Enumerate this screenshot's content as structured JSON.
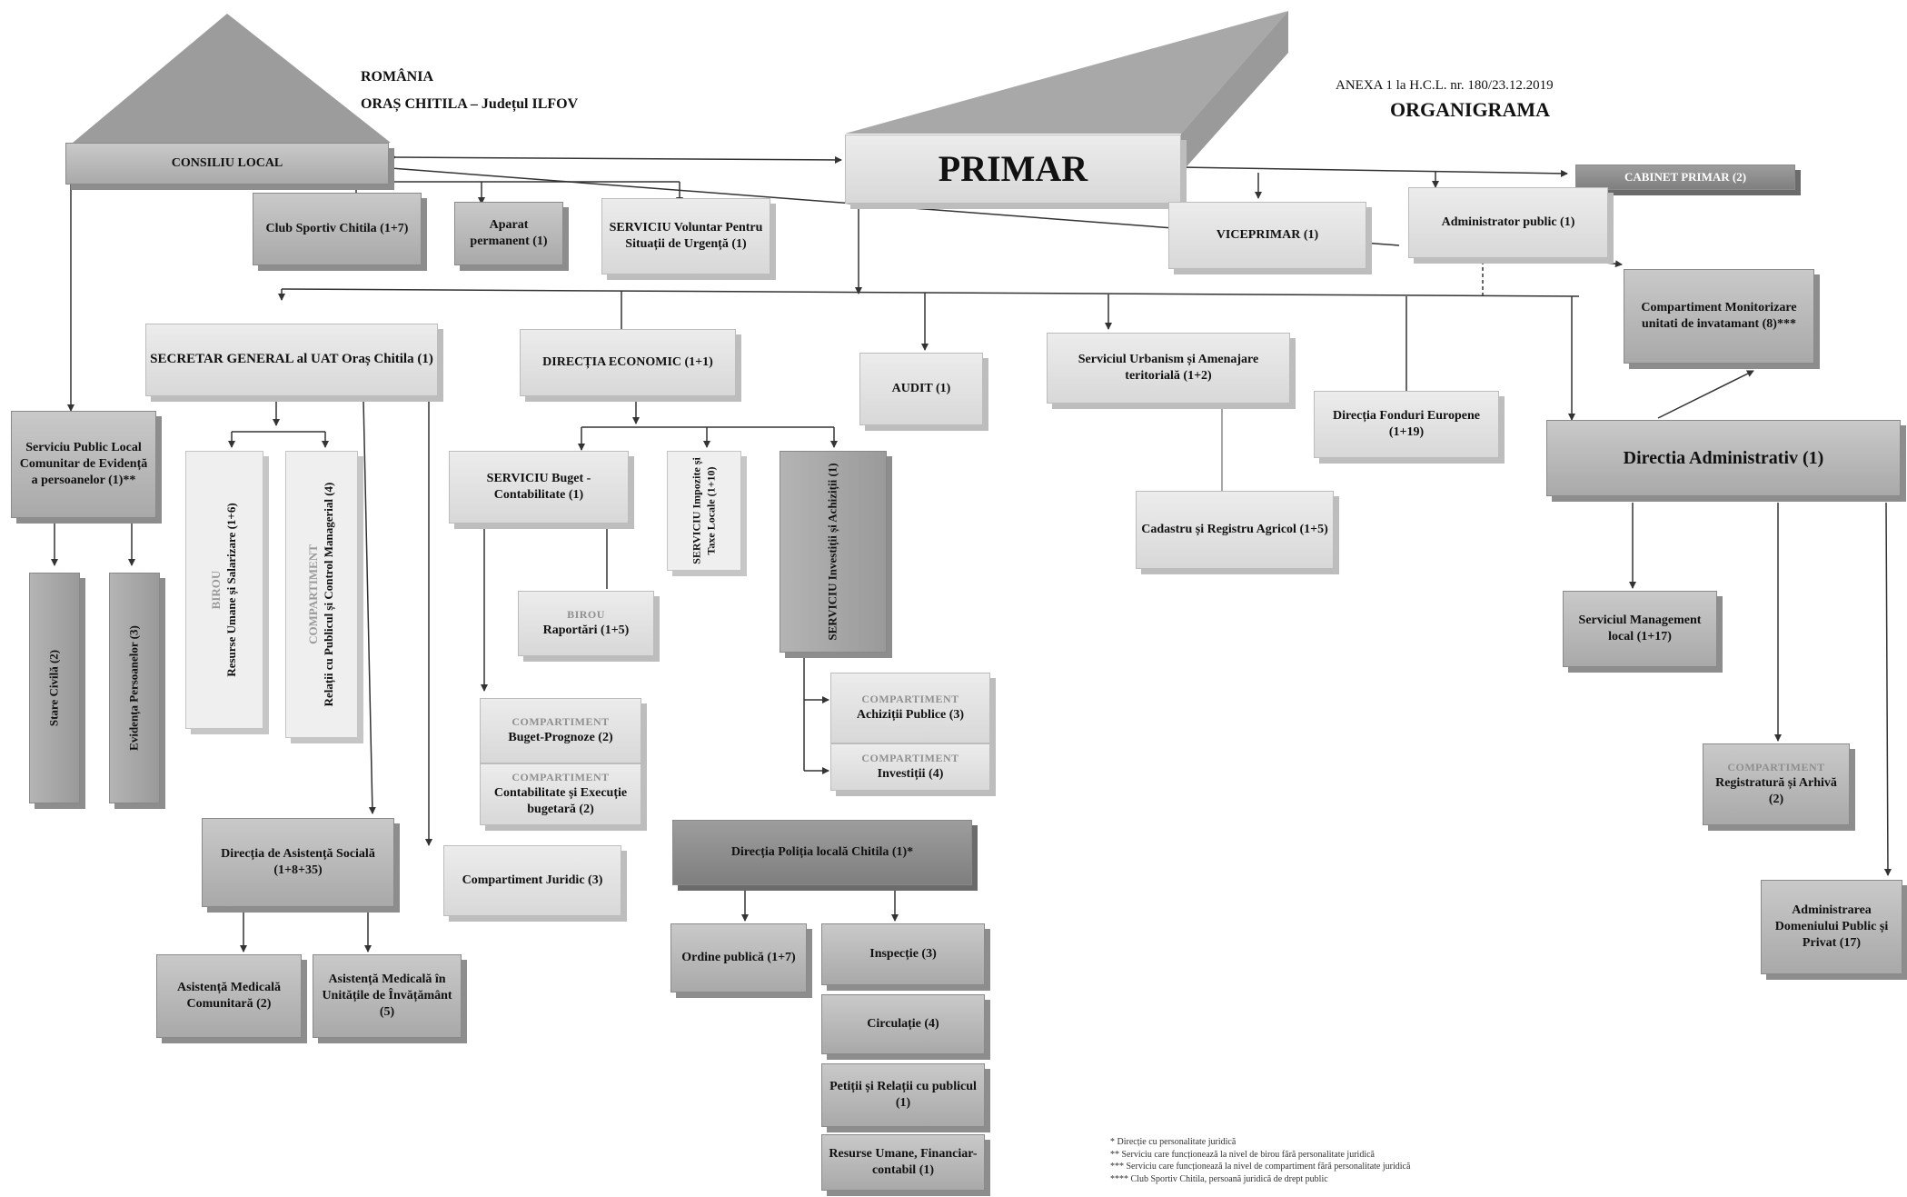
{
  "header": {
    "country": "ROMÂNIA",
    "town": "ORAȘ  CHITILA – Județul ILFOV",
    "annex": "ANEXA 1  la H.C.L. nr. 180/23.12.2019",
    "title": "ORGANIGRAMA"
  },
  "nodes": {
    "consiliu_local": "CONSILIU LOCAL",
    "primar": "PRIMAR",
    "cabinet_primar": "CABINET  PRIMAR (2)",
    "club_sportiv": "Club Sportiv Chitila (1+7)",
    "aparat_permanent": "Aparat permanent (1)",
    "serviciu_voluntar": "SERVICIU Voluntar Pentru Situații de Urgență (1)",
    "viceprimar": "VICEPRIMAR (1)",
    "administrator_public": "Administrator public (1)",
    "monitorizare": "Compartiment Monitorizare unitati de invatamant (8)***",
    "secretar_general": "SECRETAR GENERAL al UAT Oraș Chitila (1)",
    "directia_economic": "DIRECȚIA ECONOMIC (1+1)",
    "audit": "AUDIT (1)",
    "urbanism": "Serviciul Urbanism și Amenajare teritorială (1+2)",
    "fonduri_europene": "Direcția Fonduri Europene (1+19)",
    "directia_administrativ": "Directia Administrativ (1)",
    "serviciu_public_local": "Serviciu Public Local Comunitar de Evidență a persoanelor (1)**",
    "stare_civila": "Stare Civilă (2)",
    "evidenta_persoanelor": "Evidența Persoanelor (3)",
    "resurse_umane_pre": "BIROU",
    "resurse_umane": "Resurse Umane și Salarizare (1+6)",
    "relatii_public_pre": "COMPARTIMENT",
    "relatii_public": "Relații cu Publicul și Control Managerial (4)",
    "buget_contabilitate": "SERVICIU Buget - Contabilitate (1)",
    "impozite_taxe": "SERVICIU Impozite și Taxe Locale (1+10)",
    "investitii_achizitii": "SERVICIU Investiții și Achiziții (1)",
    "raportari_pre": "BIROU",
    "raportari": "Raportări (1+5)",
    "buget_prognoze_pre": "COMPARTIMENT",
    "buget_prognoze": "Buget-Prognoze (2)",
    "contabilitate_pre": "COMPARTIMENT",
    "contabilitate": "Contabilitate și Execuție bugetară (2)",
    "achizitii_publice_pre": "COMPARTIMENT",
    "achizitii_publice": "Achiziții Publice (3)",
    "investitii_pre": "COMPARTIMENT",
    "investitii": "Investiții (4)",
    "cadastru": "Cadastru și Registru Agricol (1+5)",
    "management_local": "Serviciul Management local (1+17)",
    "registratura_pre": "COMPARTIMENT",
    "registratura": "Registratură și Arhivă (2)",
    "domeniu_public": "Administrarea Domeniului Public și Privat (17)",
    "asistenta_sociala": "Direcția de Asistență Socială (1+8+35)",
    "compartiment_juridic": "Compartiment Juridic (3)",
    "politia_locala": "Direcția Poliția locală Chitila (1)*",
    "asistenta_comunitara": "Asistență Medicală Comunitară (2)",
    "asistenta_invatamant": "Asistență Medicală în Unitățile de Învățământ (5)",
    "ordine_publica": "Ordine publică (1+7)",
    "inspectie": "Inspecție (3)",
    "circulatie": "Circulație (4)",
    "petitii": "Petiții și Relații cu publicul (1)",
    "resurse_financiar": "Resurse Umane, Financiar-contabil (1)"
  },
  "footnotes": [
    "* Direcție cu personalitate juridică",
    "** Serviciu care funcționează la nivel de birou fără personalitate juridică",
    "*** Serviciu care funcționează la nivel de compartiment fără personalitate juridică",
    "**** Club Sportiv Chitila, persoană juridică de drept public"
  ]
}
